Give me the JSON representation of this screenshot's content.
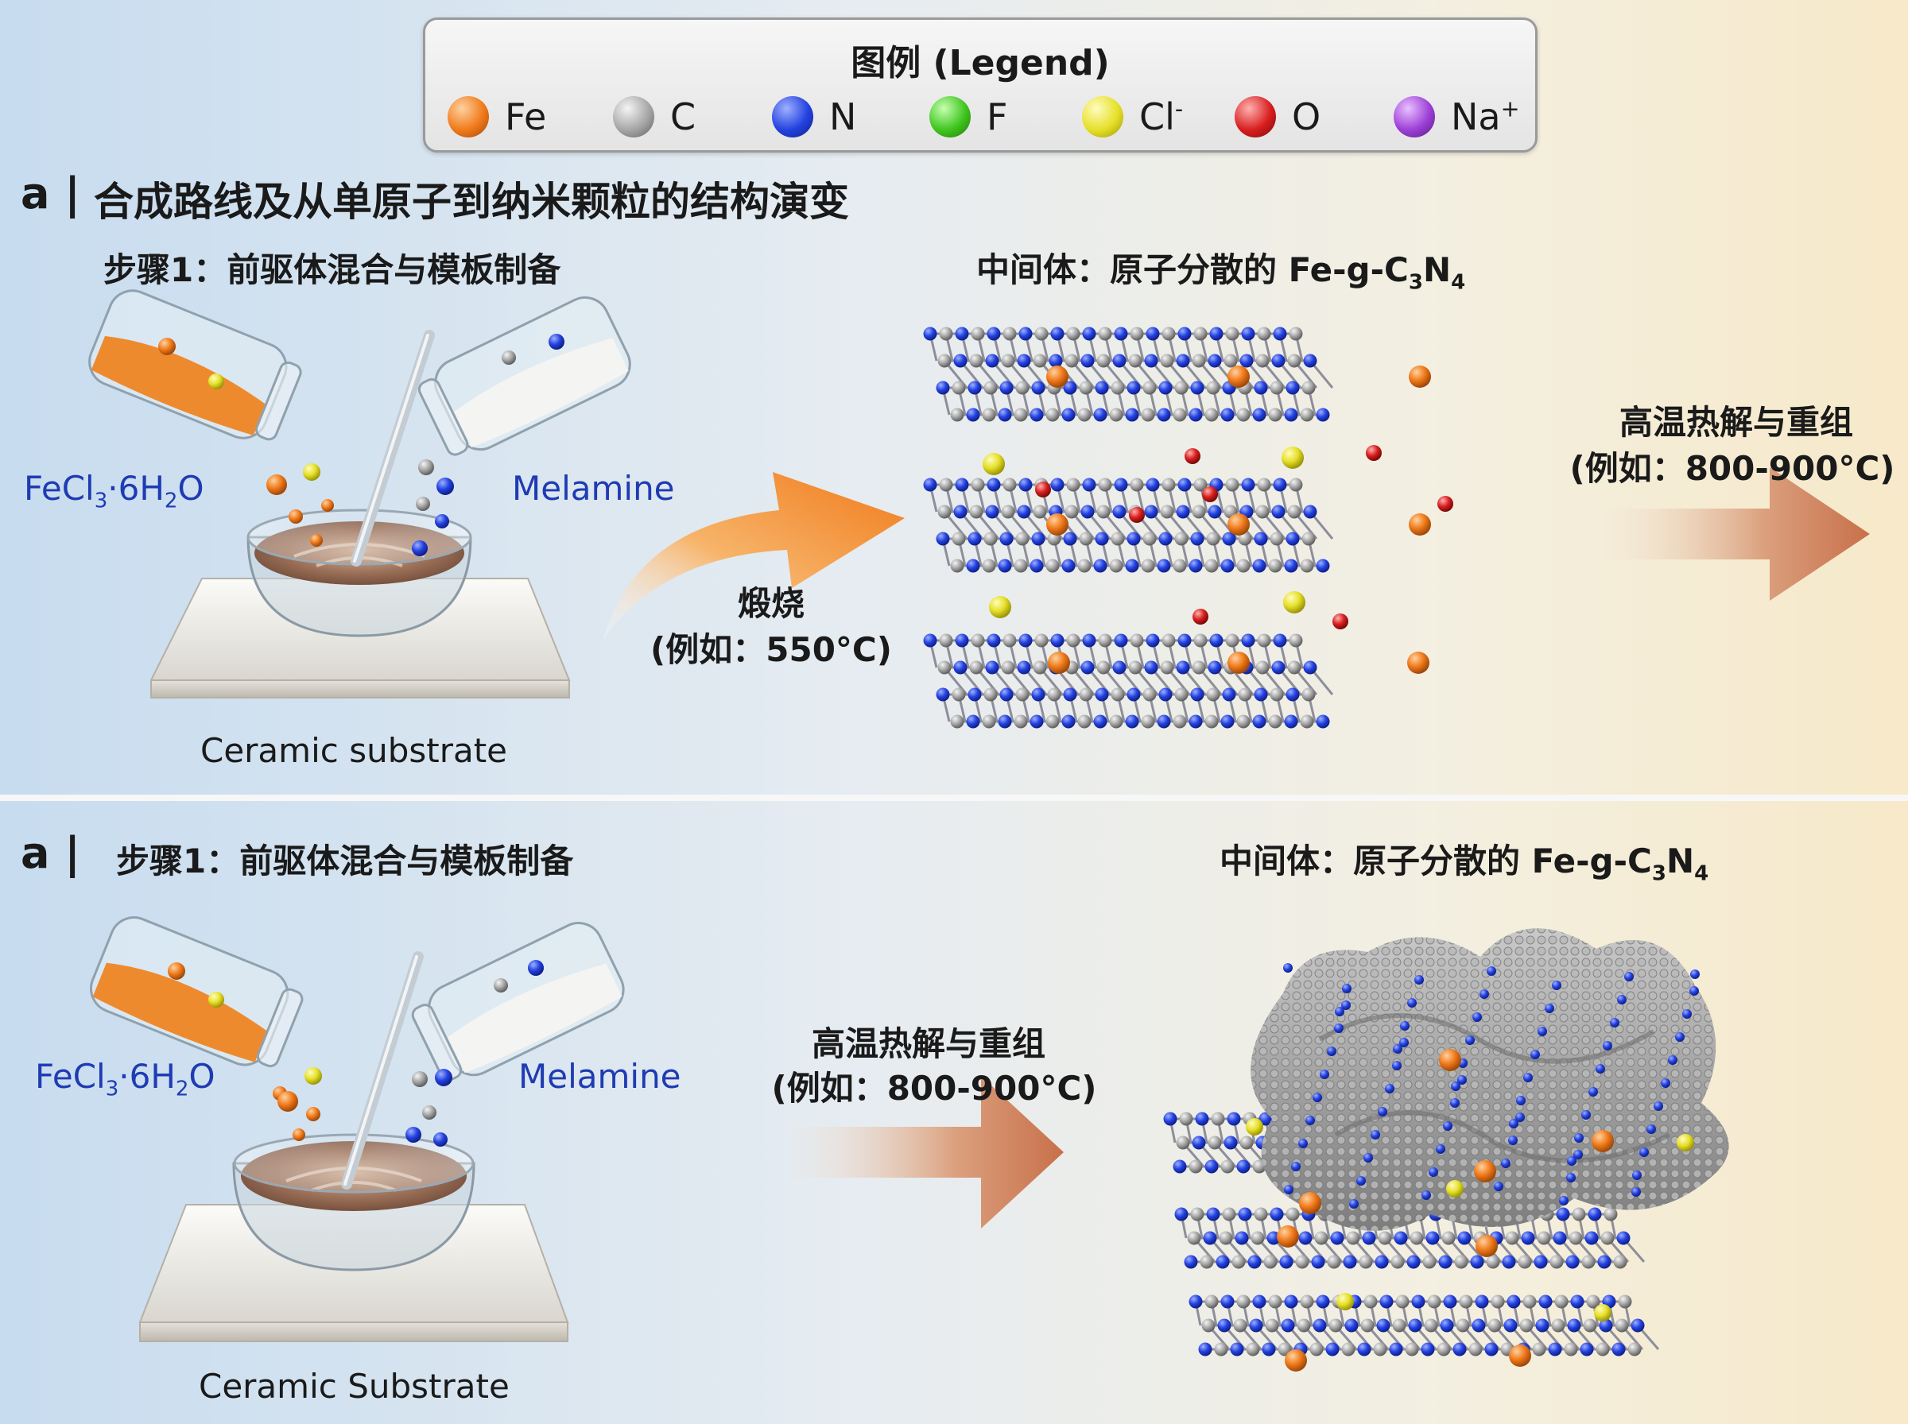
{
  "legend": {
    "title": "图例 (Legend)",
    "items": [
      {
        "label": "Fe",
        "color": "#f07a1a"
      },
      {
        "label": "C",
        "color": "#a6a6a6"
      },
      {
        "label": "N",
        "color": "#2342e0"
      },
      {
        "label": "F",
        "color": "#3fc51e"
      },
      {
        "label": "Cl",
        "sup": "-",
        "color": "#e6e028"
      },
      {
        "label": "O",
        "color": "#d81e1e"
      },
      {
        "label": "Na",
        "sup": "+",
        "color": "#9d3fd6"
      }
    ]
  },
  "top_panel": {
    "panel_letter": "a",
    "title": "合成路线及从单原子到纳米颗粒的结构演变",
    "step1": "步骤1：前驱体混合与模板制备",
    "intermediate_prefix": "中间体：原子分散的 Fe-g-C",
    "intermediate_sub1": "3",
    "intermediate_mid": "N",
    "intermediate_sub2": "4",
    "fecl_prefix": "FeCl",
    "fecl_sub1": "3",
    "fecl_mid": "·6H",
    "fecl_sub2": "2",
    "fecl_suffix": "O",
    "melamine": "Melamine",
    "substrate": "Ceramic substrate",
    "calcination": "煅烧",
    "calcination_example": "(例如：550°C)",
    "pyrolysis": "高温热解与重组",
    "pyrolysis_example": "(例如：800-900°C)"
  },
  "bottom_panel": {
    "panel_letter": "a",
    "step1": "步骤1：前驱体混合与模板制备",
    "intermediate_prefix": "中间体：原子分散的 Fe-g-C",
    "intermediate_sub1": "3",
    "intermediate_mid": "N",
    "intermediate_sub2": "4",
    "fecl_prefix": "FeCl",
    "fecl_sub1": "3",
    "fecl_mid": "·6H",
    "fecl_sub2": "2",
    "fecl_suffix": "O",
    "melamine": "Melamine",
    "substrate": "Ceramic Substrate",
    "pyrolysis": "高温热解与重组",
    "pyrolysis_example": "(例如：800-900°C)"
  },
  "colors": {
    "fe": "#f07a1a",
    "c": "#a6a6a6",
    "n": "#2342e0",
    "cl": "#e6e028",
    "o": "#d81e1e",
    "arrow_orange": "#f08a2a",
    "arrow_brown": "#c8704a",
    "label_blue": "#1f3bb3"
  }
}
